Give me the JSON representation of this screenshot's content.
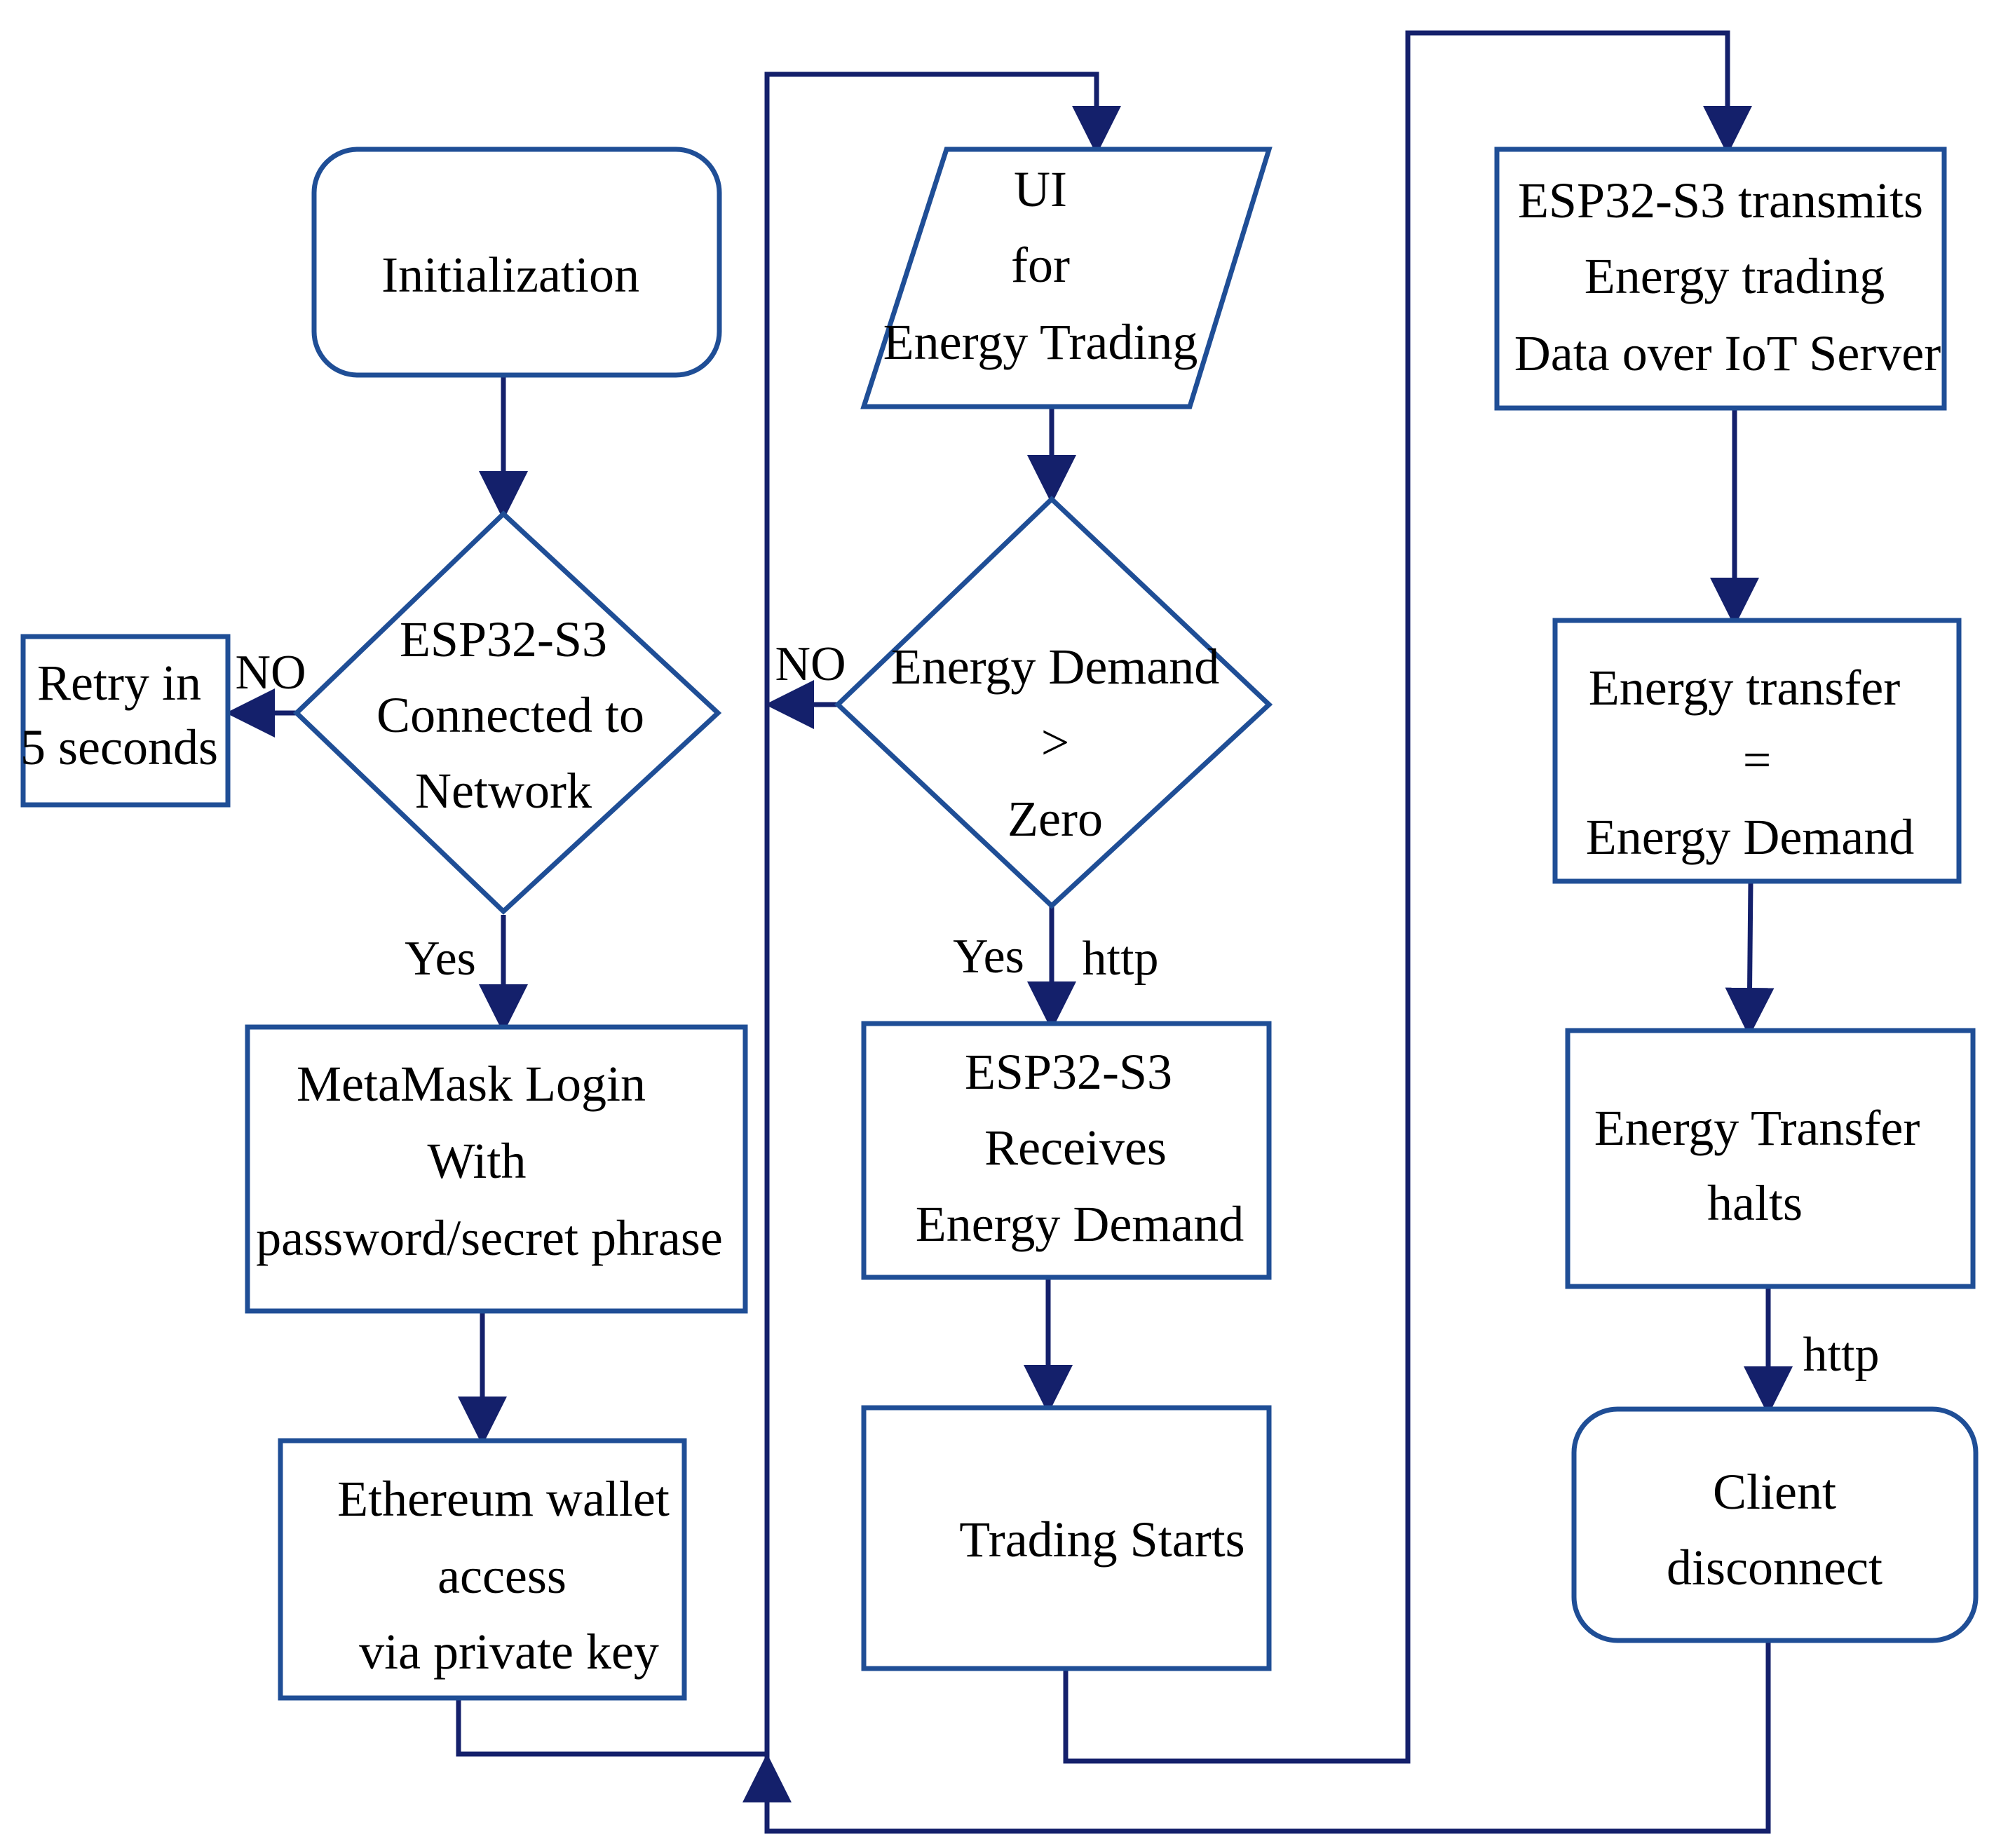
{
  "colors": {
    "shape_stroke": "#1f4e96",
    "connector": "#14206b",
    "text": "#000000",
    "background": "#ffffff"
  },
  "nodes": {
    "initialization": {
      "shape": "terminal",
      "lines": [
        "Initialization"
      ]
    },
    "connected_decision": {
      "shape": "decision",
      "lines": [
        "ESP32-S3",
        "Connected to",
        "Network"
      ]
    },
    "retry": {
      "shape": "process",
      "lines": [
        "Retry in",
        "5 seconds"
      ]
    },
    "metamask_login": {
      "shape": "process",
      "lines": [
        "MetaMask Login",
        "With",
        "password/secret phrase"
      ]
    },
    "ethereum_wallet": {
      "shape": "process",
      "lines": [
        "Ethereum wallet",
        "access",
        "via private key"
      ]
    },
    "ui": {
      "shape": "input-output",
      "lines": [
        "UI",
        "for",
        "Energy Trading"
      ]
    },
    "demand_decision": {
      "shape": "decision",
      "lines": [
        "Energy Demand",
        ">",
        "Zero"
      ]
    },
    "receives_demand": {
      "shape": "process",
      "lines": [
        "ESP32-S3",
        "Receives",
        "Energy Demand"
      ]
    },
    "trading_starts": {
      "shape": "process",
      "lines": [
        "Trading Starts"
      ]
    },
    "transmits": {
      "shape": "process",
      "lines": [
        "ESP32-S3 transmits",
        "Energy trading",
        "Data over IoT Server"
      ]
    },
    "transfer_equals": {
      "shape": "process",
      "lines": [
        "Energy transfer",
        "=",
        "Energy Demand"
      ]
    },
    "transfer_halts": {
      "shape": "process",
      "lines": [
        "Energy Transfer",
        "halts"
      ]
    },
    "client_disconnect": {
      "shape": "terminal",
      "lines": [
        "Client",
        "disconnect"
      ]
    }
  },
  "edge_labels": {
    "connected_no": "NO",
    "connected_yes": "Yes",
    "demand_no": "NO",
    "demand_yes": "Yes",
    "demand_http": "http",
    "halts_http": "http"
  }
}
